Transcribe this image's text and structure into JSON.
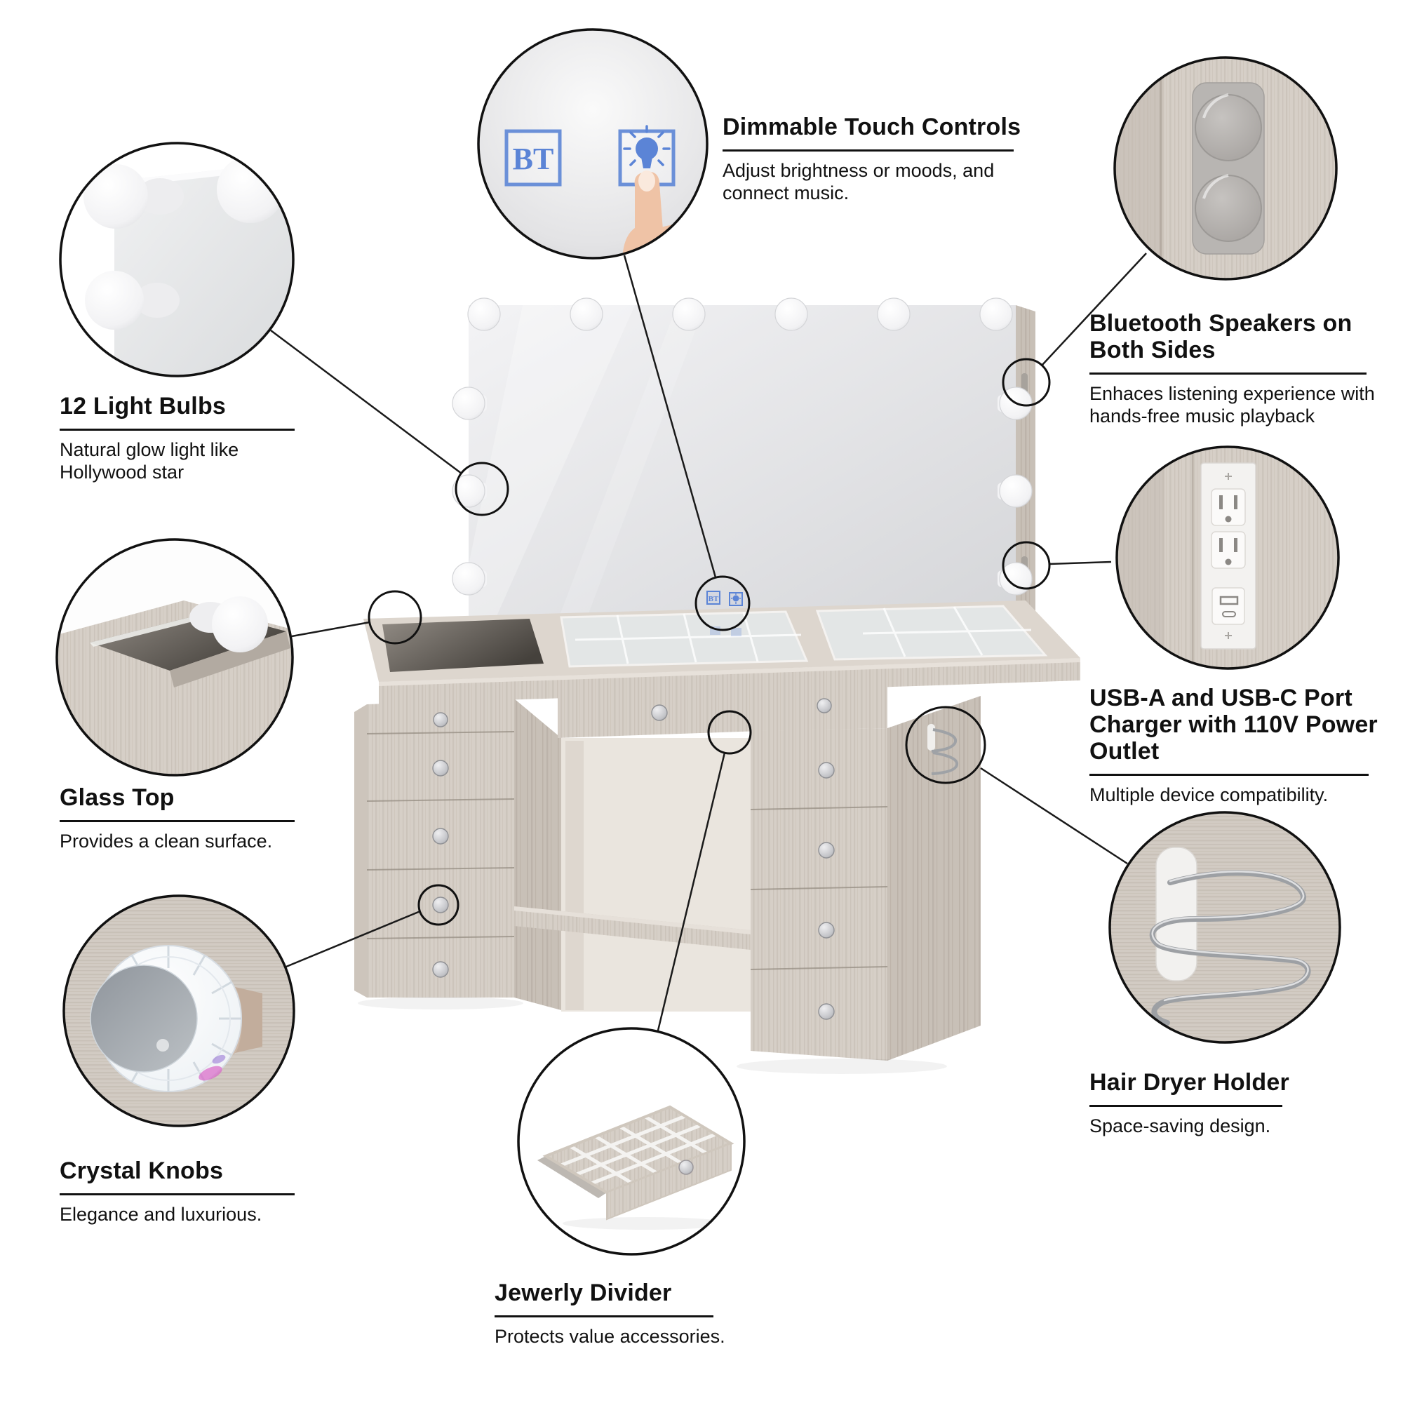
{
  "page": {
    "background": "#ffffff",
    "type": "product-feature-infographic",
    "subject": "lighted-makeup-vanity-table"
  },
  "colors": {
    "accent_blue": "#5b84d6",
    "connector_line": "#1a1a1a",
    "text": "#111111",
    "wood_light": "#d6cfc7",
    "wood_dark": "#c9c1b8",
    "mirror": "#e2e3e6",
    "chrome": "#b9bcc0"
  },
  "callouts": {
    "touch_controls": {
      "title": "Dimmable Touch Controls",
      "description": "Adjust brightness or moods, and connect music."
    },
    "bluetooth_speakers": {
      "title": "Bluetooth Speakers on Both Sides",
      "description": "Enhaces listening experience with hands-free music playback"
    },
    "light_bulbs": {
      "title": "12 Light Bulbs",
      "description": "Natural glow light like Hollywood star"
    },
    "usb_outlet": {
      "title": "USB-A and USB-C Port Charger with 110V Power Outlet",
      "description": "Multiple device compatibility."
    },
    "glass_top": {
      "title": "Glass Top",
      "description": "Provides a clean surface."
    },
    "hair_dryer": {
      "title": "Hair Dryer Holder",
      "description": "Space-saving design."
    },
    "crystal_knobs": {
      "title": "Crystal Knobs",
      "description": "Elegance and luxurious."
    },
    "jewelry_divider": {
      "title": "Jewerly Divider",
      "description": "Protects value accessories."
    }
  },
  "icons": {
    "bluetooth_button_label": "BT",
    "touch_panel_bt_label": "BT"
  }
}
